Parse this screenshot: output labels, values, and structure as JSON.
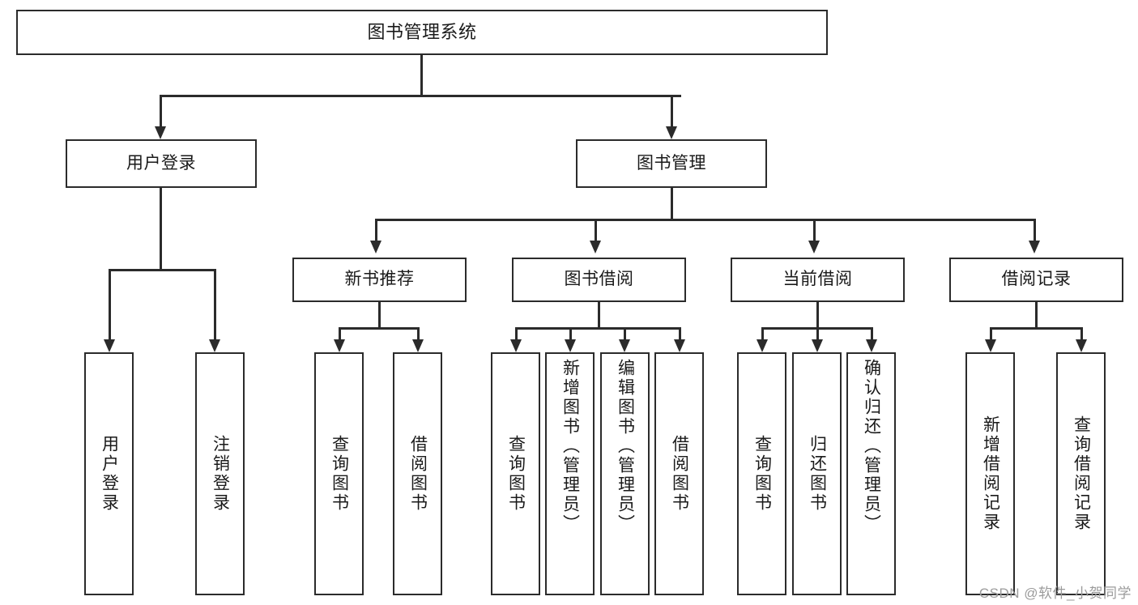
{
  "diagram": {
    "type": "tree-hierarchy",
    "title": "图书管理系统",
    "watermark": "CSDN @软件_小贺同学",
    "colors": {
      "stroke": "#2b2b2b",
      "fill": "#ffffff",
      "text": "#1a1a1a",
      "watermark": "#9b9b9b"
    },
    "nodes": {
      "root": {
        "label": "图书管理系统"
      },
      "level2": [
        {
          "id": "user-login",
          "label": "用户登录"
        },
        {
          "id": "book-management",
          "label": "图书管理"
        }
      ],
      "level3": [
        {
          "id": "new-book-recommend",
          "label": "新书推荐"
        },
        {
          "id": "book-borrow",
          "label": "图书借阅"
        },
        {
          "id": "current-borrow",
          "label": "当前借阅"
        },
        {
          "id": "borrow-record",
          "label": "借阅记录"
        }
      ],
      "leaves": {
        "user_login": [
          {
            "id": "leaf-user-login",
            "label": "用户登录"
          },
          {
            "id": "leaf-logout",
            "label": "注销登录"
          }
        ],
        "new_book_recommend": [
          {
            "id": "leaf-query-book-1",
            "label": "查询图书"
          },
          {
            "id": "leaf-borrow-book-1",
            "label": "借阅图书"
          }
        ],
        "book_borrow": [
          {
            "id": "leaf-query-book-2",
            "label": "查询图书"
          },
          {
            "id": "leaf-add-book",
            "label": "新增图书（管理员）"
          },
          {
            "id": "leaf-edit-book",
            "label": "编辑图书（管理员）"
          },
          {
            "id": "leaf-borrow-book-2",
            "label": "借阅图书"
          }
        ],
        "current_borrow": [
          {
            "id": "leaf-query-book-3",
            "label": "查询图书"
          },
          {
            "id": "leaf-return-book",
            "label": "归还图书"
          },
          {
            "id": "leaf-confirm-return",
            "label": "确认归还（管理员）"
          }
        ],
        "borrow_record": [
          {
            "id": "leaf-add-record",
            "label": "新增借阅记录"
          },
          {
            "id": "leaf-query-record",
            "label": "查询借阅记录"
          }
        ]
      }
    }
  }
}
